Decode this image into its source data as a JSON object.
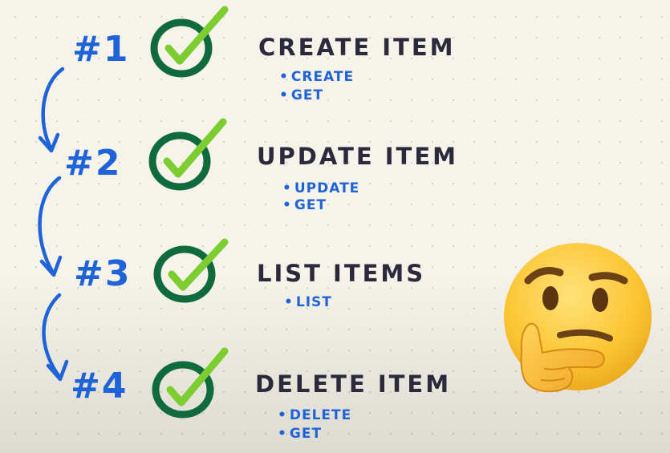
{
  "steps": [
    {
      "number": "#1",
      "title": "CREATE ITEM",
      "subitems": [
        "CREATE",
        "GET"
      ]
    },
    {
      "number": "#2",
      "title": "UPDATE ITEM",
      "subitems": [
        "UPDATE",
        "GET"
      ]
    },
    {
      "number": "#3",
      "title": "LIST ITEMS",
      "subitems": [
        "LIST"
      ]
    },
    {
      "number": "#4",
      "title": "DELETE ITEM",
      "subitems": [
        "DELETE",
        "GET"
      ]
    }
  ],
  "bullet": "•",
  "icons": {
    "check": "check-circle-icon",
    "arrow": "curved-arrow-icon",
    "emoji": "thinking-face-icon"
  },
  "colors": {
    "background": "#f6f3ea",
    "number": "#1f63d8",
    "title": "#2a2a3c",
    "circle": "#0f6b3c",
    "check": "#7ccd2f",
    "emoji": "#f9c233"
  }
}
